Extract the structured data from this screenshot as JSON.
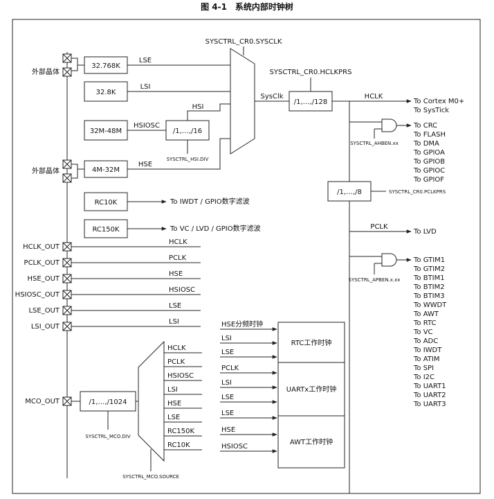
{
  "title": "图 4-1　系统内部时钟树",
  "labels": {
    "ext_crystal_1": "外部晶体",
    "ext_crystal_2": "外部晶体",
    "lse_freq": "32.768K",
    "lsi_freq": "32.8K",
    "hsiosc_freq": "32M-48M",
    "hse_freq": "4M-32M",
    "div16": "/1,…,/16",
    "hsi_div_reg": "SYSCTRL_HSI.DIV",
    "rc10k": "RC10K",
    "rc150k": "RC150K",
    "rc10k_dest": "To IWDT / GPIO数字滤波",
    "rc150k_dest": "To VC / LVD / GPIO数字滤波",
    "sysclk_reg": "SYSCTRL_CR0.SYSCLK",
    "hclkprs_reg": "SYSCTRL_CR0.HCLKPRS",
    "div128": "/1,…,/128",
    "div8": "/1,…,/8",
    "pclkprs_reg": "SYSCTRL_CR0.PCLKPRS",
    "ahben_reg": "SYSCTRL_AHBEN.xx",
    "apben_reg": "SYSCTRL_APBEN.x.xx",
    "div1024": "/1,…,/1024",
    "mco_div_reg": "SYSCTRL_MCO.DIV",
    "mco_source_reg": "SYSCTRL_MCO.SOURCE",
    "rtc_clk": "RTC工作时钟",
    "uartx_clk": "UARTx工作时钟",
    "awt_clk": "AWT工作时钟"
  },
  "signals": {
    "lse": "LSE",
    "lsi": "LSI",
    "hsi": "HSI",
    "hsiosc": "HSIOSC",
    "hse": "HSE",
    "sysclk": "SysClk",
    "hclk": "HCLK",
    "pclk": "PCLK"
  },
  "pins": [
    "HCLK_OUT",
    "PCLK_OUT",
    "HSE_OUT",
    "HSIOSC_OUT",
    "LSE_OUT",
    "LSI_OUT",
    "MCO_OUT"
  ],
  "pin_signals": [
    "HCLK",
    "PCLK",
    "HSE",
    "HSIOSC",
    "LSE",
    "LSI"
  ],
  "mco_sources": [
    "HCLK",
    "PCLK",
    "HSIOSC",
    "LSI",
    "HSE",
    "LSE",
    "RC150K",
    "RC10K"
  ],
  "rtc_inputs": [
    "HSE分频时钟",
    "LSI",
    "LSE"
  ],
  "uart_inputs": [
    "PCLK",
    "LSI",
    "LSE"
  ],
  "awt_inputs": [
    "LSE",
    "HSE",
    "HSIOSC"
  ],
  "hclk_dests": [
    "To Cortex M0+",
    "To SysTick"
  ],
  "ahb_dests": [
    "To CRC",
    "To FLASH",
    "To DMA",
    "To GPIOA",
    "To GPIOB",
    "To GPIOC",
    "To GPIOF"
  ],
  "pclk_dest": "To LVD",
  "apb_dests": [
    "To GTIM1",
    "To GTIM2",
    "To BTIM1",
    "To BTIM2",
    "To BTIM3",
    "To WWDT",
    "To AWT",
    "To RTC",
    "To VC",
    "To ADC",
    "To IWDT",
    "To ATIM",
    "To SPI",
    "To I2C",
    "To UART1",
    "To UART2",
    "To UART3"
  ]
}
